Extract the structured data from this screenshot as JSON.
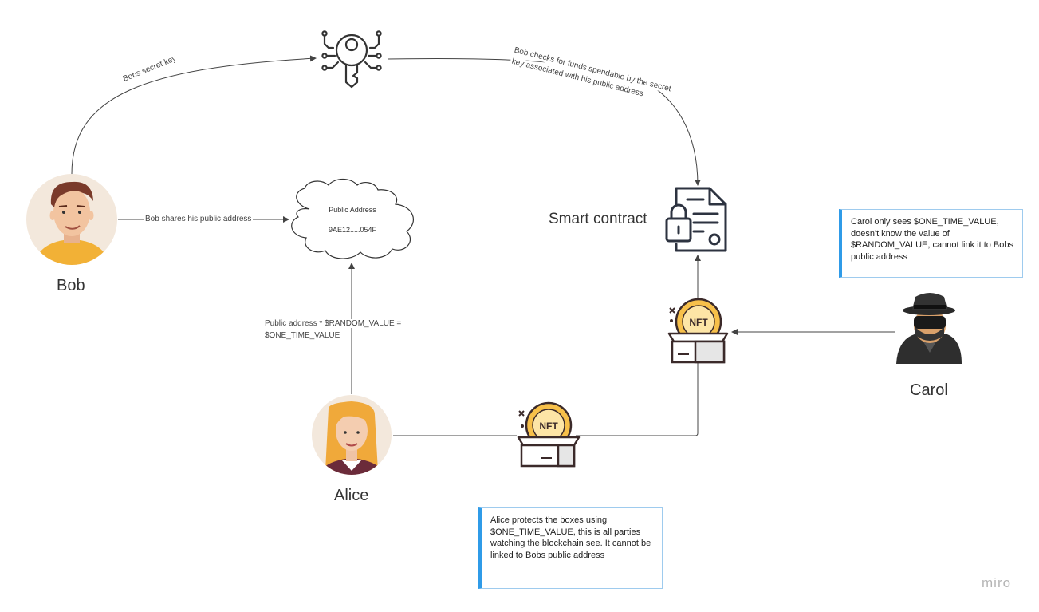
{
  "people": {
    "bob": "Bob",
    "alice": "Alice",
    "carol": "Carol"
  },
  "edges": {
    "bob_secret_key": "Bobs secret key",
    "bob_checks_line1": "Bob checks for funds spendable by the secret",
    "bob_checks_line2": "key associated with his public address",
    "bob_shares": "Bob shares his public address",
    "alice_computes_line1": "Public address * $RANDOM_VALUE =",
    "alice_computes_line2": "$ONE_TIME_VALUE"
  },
  "cloud": {
    "title": "Public Address",
    "value": "9AE12.....054F"
  },
  "contract_label": "Smart contract",
  "nft_label": "NFT",
  "notes": {
    "carol": "Carol only sees $ONE_TIME_VALUE, doesn't know the value of $RANDOM_VALUE, cannot link it to Bobs public address",
    "alice": "Alice protects the boxes using $ONE_TIME_VALUE, this is all parties watching the blockchain see. It cannot be linked to Bobs public address"
  },
  "brand": "miro",
  "icons": {
    "key": "digital-key-icon",
    "contract": "smart-contract-icon",
    "nft_box": "nft-box-icon",
    "bob": "bob-avatar",
    "alice": "alice-avatar",
    "carol": "spy-avatar",
    "cloud": "cloud-shape"
  },
  "colors": {
    "note_accent": "#2f9be8",
    "nft_gold": "#f7c04a",
    "outline": "#3b2a2a",
    "connector": "#444444"
  }
}
